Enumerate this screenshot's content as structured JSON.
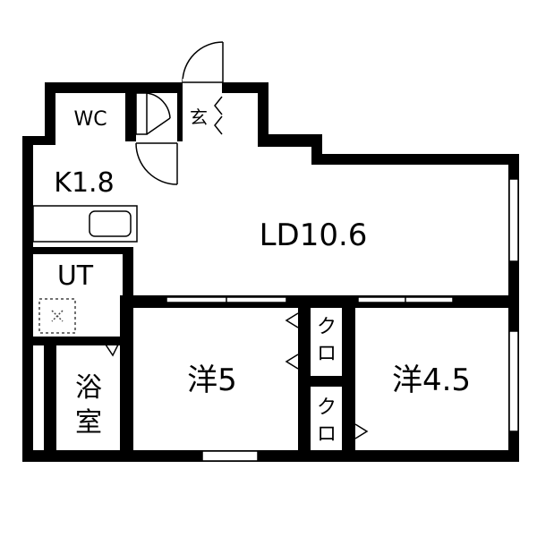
{
  "rooms": {
    "wc": "WC",
    "entrance": "玄",
    "kitchen": "K1.8",
    "living_dining": "LD10.6",
    "utility": "UT",
    "bath_top": "浴",
    "bath_bottom": "室",
    "western_a": "洋5",
    "western_b": "洋4.5",
    "closet_a_top": "ク",
    "closet_a_bottom": "ロ",
    "closet_b_top": "ク",
    "closet_b_bottom": "ロ"
  },
  "colors": {
    "wall": "#000000",
    "background": "#ffffff",
    "fixture": "#555555"
  }
}
